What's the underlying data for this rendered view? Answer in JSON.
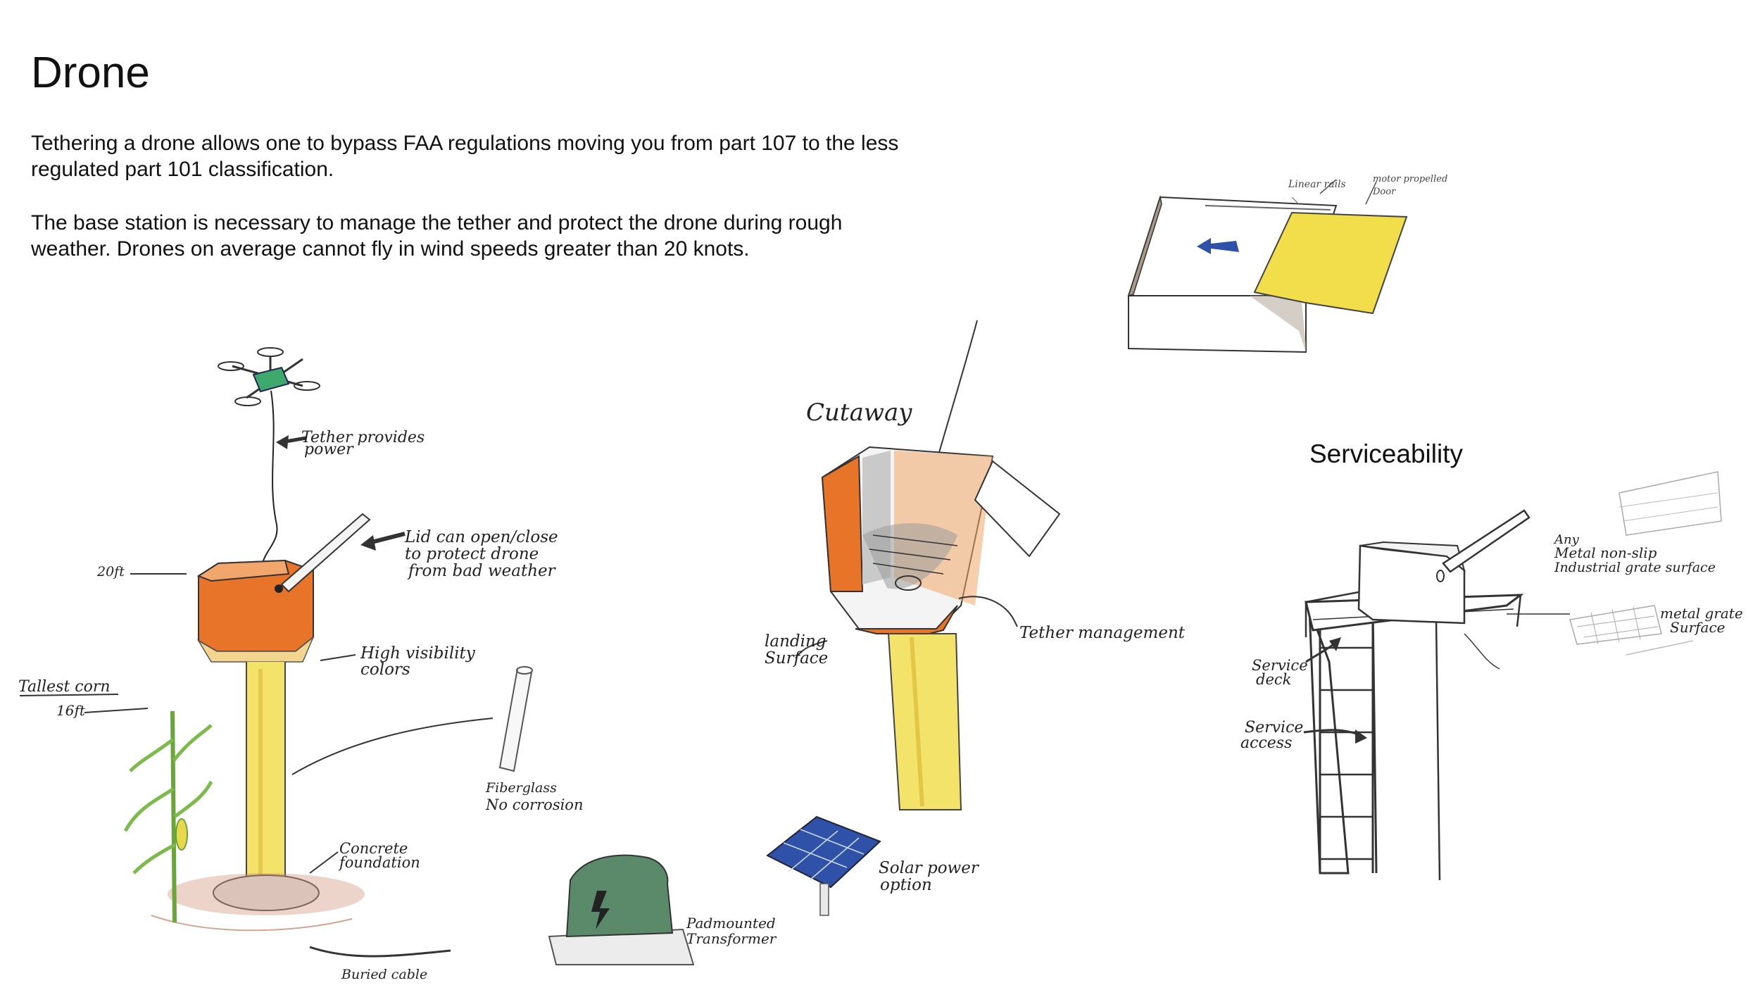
{
  "page": {
    "title": "Drone",
    "paragraphs": [
      "Tethering a drone allows one to bypass FAA regulations moving you from part 107 to the less regulated part 101 classification.",
      "The base station is necessary to manage the tether and protect the drone during rough weather. Drones on average cannot fly in wind speeds greater than 20 knots."
    ],
    "serviceability_title": "Serviceability"
  },
  "annotations": {
    "tether_provides_power": [
      "Tether provides",
      "power"
    ],
    "lid": [
      "Lid can open/close",
      "to protect drone",
      "from bad weather"
    ],
    "height_20ft": "20ft",
    "high_visibility": [
      "High visibility",
      "colors"
    ],
    "tallest_corn": "Tallest corn",
    "height_16ft": "16ft",
    "fiberglass": [
      "Fiberglass",
      "No corrosion"
    ],
    "concrete": [
      "Concrete",
      "foundation"
    ],
    "buried_cable": "Buried cable",
    "padmounted": [
      "Padmounted",
      "Transformer"
    ],
    "solar": [
      "Solar power",
      "option"
    ],
    "cutaway": "Cutaway",
    "landing_surface": [
      "landing",
      "Surface"
    ],
    "tether_management": "Tether management",
    "linear_rails": "Linear rails",
    "motor_door": [
      "motor propelled",
      "Door"
    ],
    "service_deck": [
      "Service",
      "deck"
    ],
    "service_access": [
      "Service",
      "access"
    ],
    "grate_any": [
      "Any",
      "Metal non-slip",
      "Industrial grate surface"
    ],
    "metal_grate": [
      "metal grate",
      "Surface"
    ]
  },
  "colors": {
    "orange": "#e8742a",
    "yellow": "#f3e36a",
    "drone_green": "#3fa86d",
    "transformer_green": "#5b8a6a",
    "solar_blue": "#2f52a8",
    "corn_green": "#7cba4a",
    "soil": "#b86a4a"
  }
}
